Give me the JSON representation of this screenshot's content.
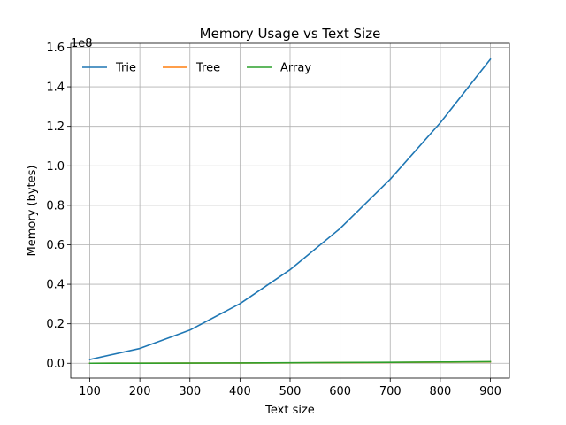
{
  "chart_data": {
    "type": "line",
    "title": "Memory Usage vs Text Size",
    "xlabel": "Text size",
    "ylabel": "Memory (bytes)",
    "y_offset_label": "1e8",
    "x": [
      100,
      200,
      300,
      400,
      500,
      600,
      700,
      800,
      900
    ],
    "xlim": [
      62,
      938
    ],
    "ylim": [
      -7500000,
      162000000
    ],
    "xticks": [
      100,
      200,
      300,
      400,
      500,
      600,
      700,
      800,
      900
    ],
    "yticks": [
      0,
      20000000,
      40000000,
      60000000,
      80000000,
      100000000,
      120000000,
      140000000,
      160000000
    ],
    "ytick_labels": [
      "0.0",
      "0.2",
      "0.4",
      "0.6",
      "0.8",
      "1.0",
      "1.2",
      "1.4",
      "1.6"
    ],
    "grid": true,
    "legend_position": "top-left",
    "series": [
      {
        "name": "Trie",
        "color": "#1f77b4",
        "values": [
          1900000,
          7500000,
          16800000,
          30200000,
          47400000,
          68300000,
          93200000,
          121800000,
          154000000
        ]
      },
      {
        "name": "Tree",
        "color": "#ff7f0e",
        "values": [
          9000,
          36000,
          81000,
          144000,
          225000,
          324000,
          441000,
          576000,
          729000
        ]
      },
      {
        "name": "Array",
        "color": "#2ca02c",
        "values": [
          10000,
          40000,
          90000,
          160000,
          250000,
          360000,
          490000,
          640000,
          810000
        ]
      }
    ]
  }
}
